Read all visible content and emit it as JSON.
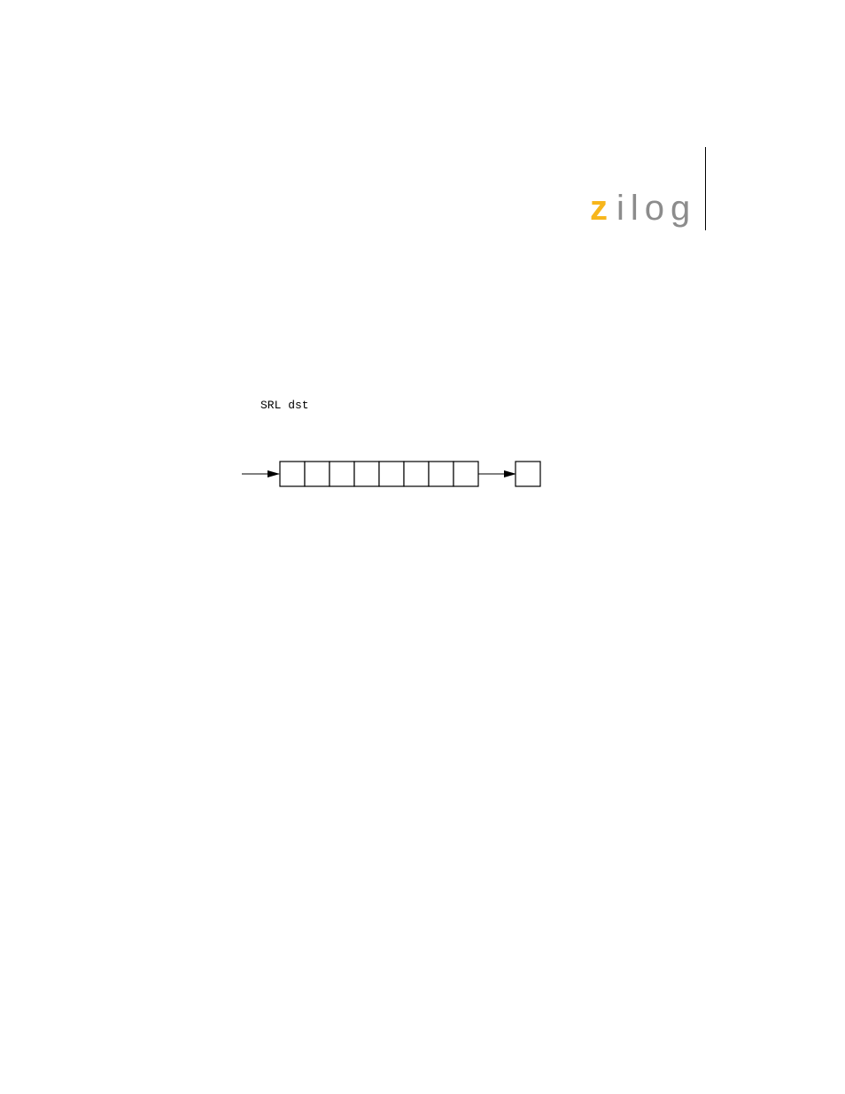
{
  "header": {
    "logo": {
      "text": "zilog",
      "accent_letter": "z",
      "rest_letters": "ilog",
      "accent_color": "#f7b61c",
      "text_color": "#8c8c8c"
    }
  },
  "instruction": {
    "syntax": "SRL dst"
  },
  "diagram": {
    "register_bits": 8,
    "carry_flag_cells": 1,
    "shift_direction": "right",
    "line_color": "#000000"
  }
}
